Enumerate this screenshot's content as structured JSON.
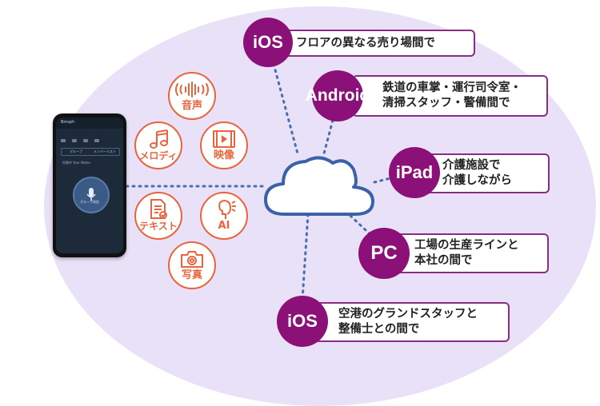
{
  "features": [
    {
      "label": "音声",
      "icon": "sound-wave-icon"
    },
    {
      "label": "メロディ",
      "icon": "music-note-icon"
    },
    {
      "label": "映像",
      "icon": "video-icon"
    },
    {
      "label": "テキスト",
      "icon": "document-icon"
    },
    {
      "label": "AI",
      "icon": "ai-head-icon"
    },
    {
      "label": "写真",
      "icon": "camera-icon"
    }
  ],
  "platforms": [
    {
      "name": "iOS",
      "text_lines": [
        "フロアの異なる売り場間で"
      ]
    },
    {
      "name": "Android",
      "text_lines": [
        "鉄道の車掌・運行司令室・",
        "清掃スタッフ・警備間で"
      ]
    },
    {
      "name": "iPad",
      "text_lines": [
        "介護施設で",
        "介護しながら"
      ]
    },
    {
      "name": "PC",
      "text_lines": [
        "工場の生産ラインと",
        "本社の間で"
      ]
    },
    {
      "name": "iOS",
      "text_lines": [
        "空港のグランドスタッフと",
        "整備士との間で"
      ]
    }
  ],
  "phone": {
    "app_name": "Bmsph",
    "seg_left": "グループ",
    "seg_right": "メンバーリスト",
    "sub_text": "所属中    Your Name",
    "button_label": "グループ発信"
  },
  "colors": {
    "accent_orange": "#e8643c",
    "accent_purple": "#8b1178",
    "background_blob": "#e8e1f8",
    "line_blue": "#4a6fae"
  }
}
